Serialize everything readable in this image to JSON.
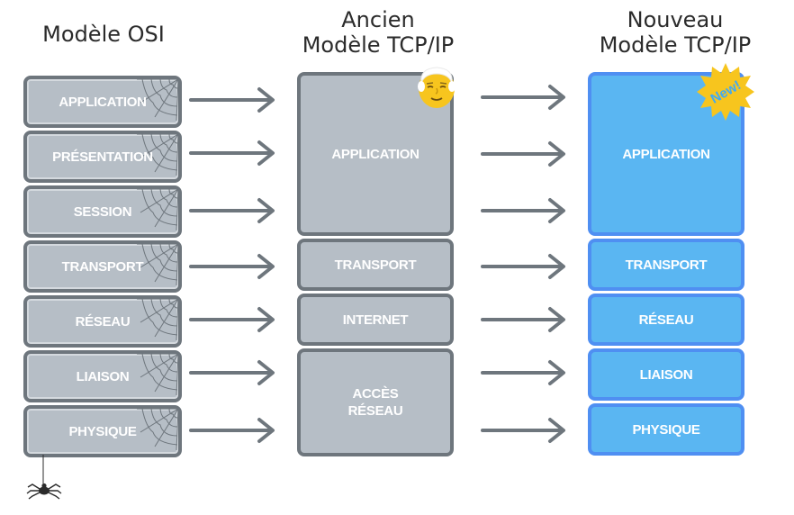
{
  "titles": {
    "osi": "Modèle OSI",
    "old_line1": "Ancien",
    "old_line2": "Modèle TCP/IP",
    "new_line1": "Nouveau",
    "new_line2": "Modèle TCP/IP"
  },
  "osi_layers": [
    "APPLICATION",
    "PRÉSENTATION",
    "SESSION",
    "TRANSPORT",
    "RÉSEAU",
    "LIAISON",
    "PHYSIQUE"
  ],
  "old_layers": {
    "application": "APPLICATION",
    "transport": "TRANSPORT",
    "internet": "INTERNET",
    "acces_line1": "ACCÈS",
    "acces_line2": "RÉSEAU"
  },
  "new_layers": {
    "application": "APPLICATION",
    "transport": "TRANSPORT",
    "reseau": "RÉSEAU",
    "liaison": "LIAISON",
    "physique": "PHYSIQUE"
  },
  "badge": "New!",
  "colors": {
    "gray_fill": "#b6bec6",
    "gray_border": "#6e767d",
    "blue_fill": "#5ab6f2",
    "blue_border": "#4f8ff2",
    "badge_yellow": "#f7c51e",
    "arrow": "#6e767d"
  },
  "icons": [
    "spider-web-icon",
    "spider-icon",
    "old-man-face-icon",
    "new-starburst-badge-icon"
  ]
}
